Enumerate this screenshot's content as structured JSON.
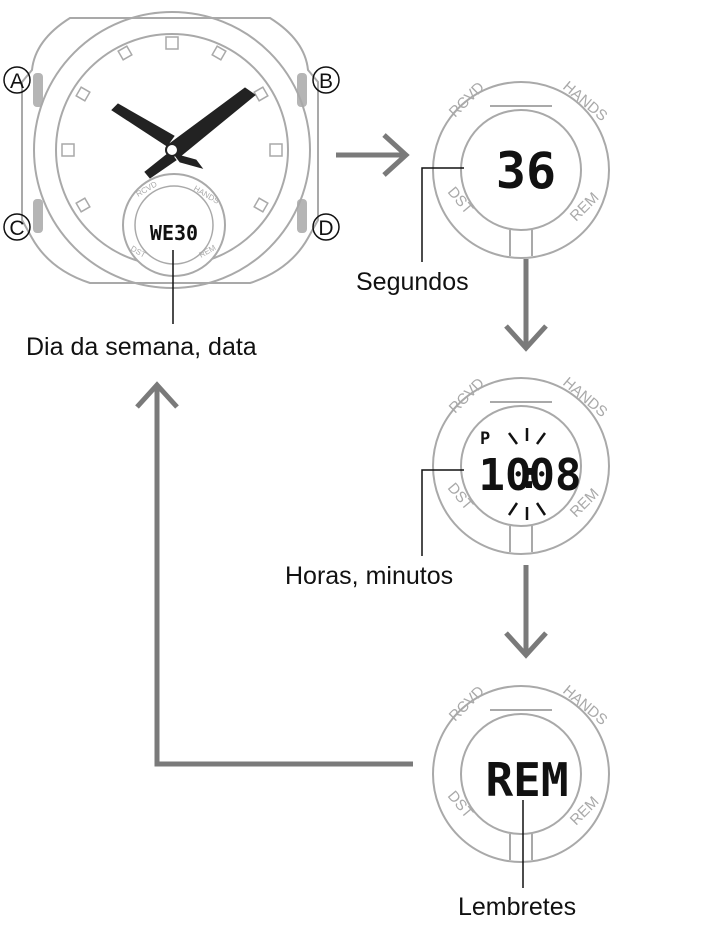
{
  "buttons": {
    "a": "A",
    "b": "B",
    "c": "C",
    "d": "D"
  },
  "ring_labels": {
    "rcvd": "RCVD",
    "hands": "HANDS",
    "dst": "DST",
    "rem": "REM"
  },
  "watch": {
    "lcd": "WE30"
  },
  "screens": {
    "seconds": {
      "lcd": "36",
      "caption": "Segundos"
    },
    "hours": {
      "pm_indicator": "P",
      "lcd_hours": "10",
      "lcd_colon": ":",
      "lcd_minutes": "08",
      "caption": "Horas, minutos"
    },
    "reminders": {
      "lcd": "REM",
      "caption": "Lembretes"
    }
  },
  "main_caption": "Dia da semana, data",
  "colors": {
    "outline": "#a9a9a9",
    "arrow": "#7a7a7a",
    "ink": "#111111"
  },
  "icons": [
    "arrow-right-icon",
    "arrow-down-icon",
    "arrow-up-return-icon",
    "blinking-colon-icon"
  ]
}
